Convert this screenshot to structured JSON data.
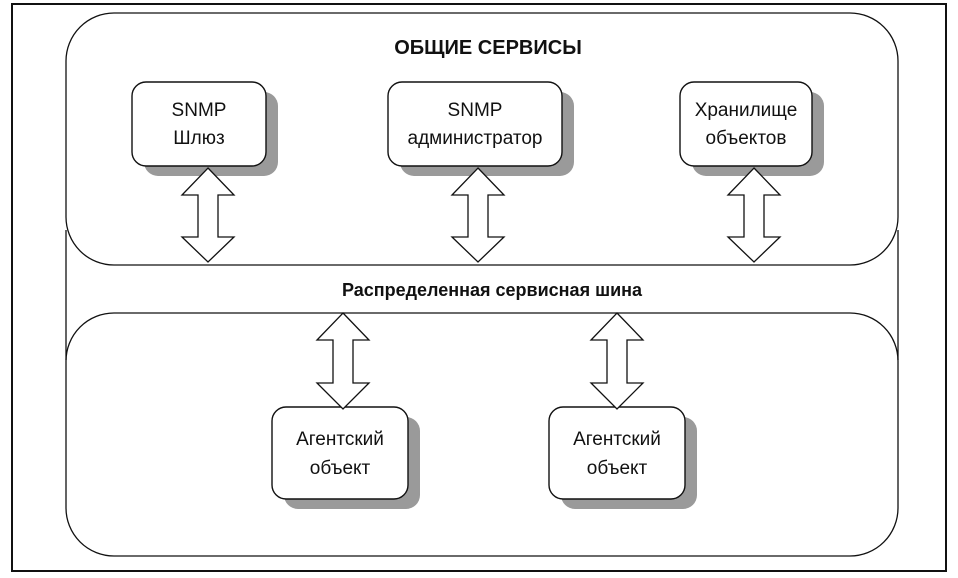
{
  "title": "ОБЩИЕ СЕРВИСЫ",
  "bus_label": "Распределенная сервисная шина",
  "services": [
    {
      "line1": "SNMP",
      "line2": "Шлюз"
    },
    {
      "line1": "SNMP",
      "line2": "администратор"
    },
    {
      "line1": "Хранилище",
      "line2": "объектов"
    }
  ],
  "agents": [
    {
      "line1": "Агентский",
      "line2": "объект"
    },
    {
      "line1": "Агентский",
      "line2": "объект"
    }
  ],
  "colors": {
    "stroke": "#111111",
    "fill": "#ffffff",
    "shadow": "#9a9a9a"
  }
}
